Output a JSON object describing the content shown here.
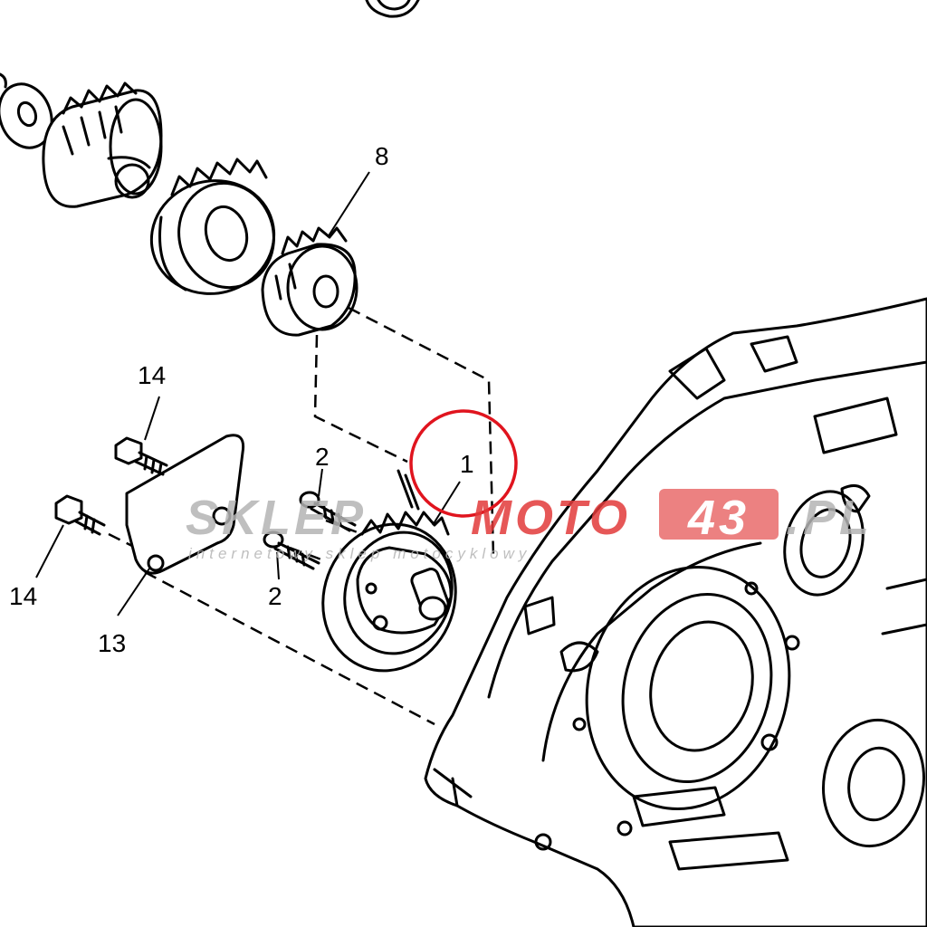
{
  "callouts": {
    "part_1": "1",
    "part_2_upper": "2",
    "part_2_lower": "2",
    "part_8": "8",
    "part_13": "13",
    "part_14_upper": "14",
    "part_14_lower": "14"
  },
  "watermark": {
    "brand_a": "SKLEP",
    "brand_b": "MOTO",
    "brand_c": "43",
    "brand_d": ".PL",
    "tagline": "internetowy sklep motocyklowy"
  },
  "colors": {
    "line": "#000000",
    "highlight_circle": "#e0141e",
    "watermark_gray": "#b4b4b4",
    "watermark_red": "#e23a3a"
  }
}
